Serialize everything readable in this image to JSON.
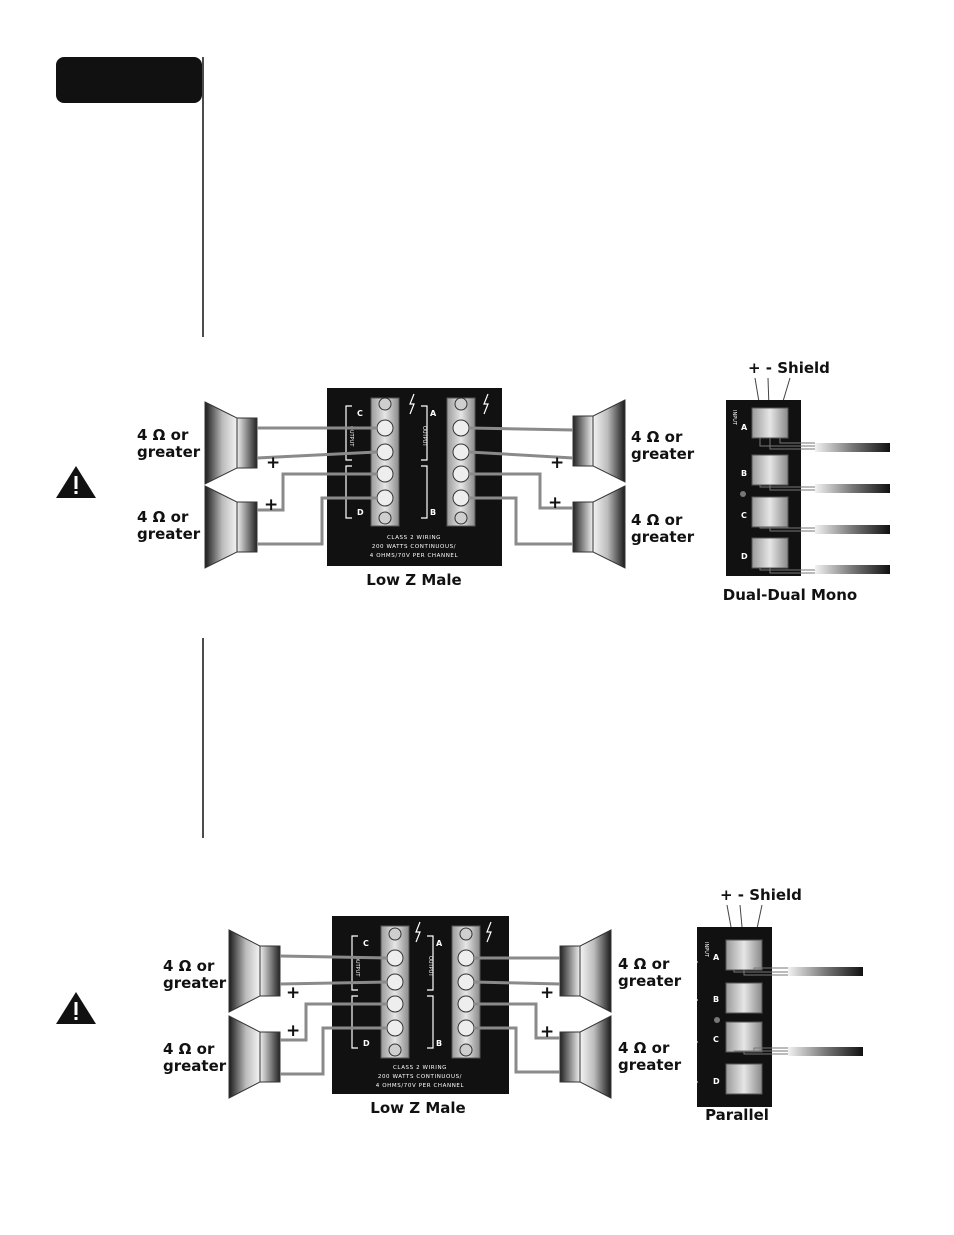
{
  "diagram1": {
    "speaker_labels": [
      "4 Ω or greater",
      "4 Ω or greater",
      "4 Ω or greater",
      "4 Ω or greater"
    ],
    "panel_caption": "Low Z Male",
    "panel_line1": "CLASS 2 WIRING",
    "panel_line2": "200 WATTS CONTINUOUS/",
    "panel_line3": "4 OHMS/70V PER CHANNEL",
    "output_word": "OUTPUT",
    "channels_left": [
      "C",
      "D"
    ],
    "channels_right": [
      "A",
      "B"
    ],
    "plus": "+",
    "input_header": "+ -  Shield",
    "input_caption": "Dual-Dual Mono",
    "input_word": "INPUT",
    "input_channels": [
      "A",
      "B",
      "C",
      "D"
    ]
  },
  "diagram2": {
    "speaker_labels": [
      "4 Ω or greater",
      "4 Ω or greater",
      "4 Ω or greater",
      "4 Ω or greater"
    ],
    "panel_caption": "Low Z Male",
    "panel_line1": "CLASS 2 WIRING",
    "panel_line2": "200 WATTS CONTINUOUS/",
    "panel_line3": "4 OHMS/70V PER CHANNEL",
    "output_word": "OUTPUT",
    "channels_left": [
      "C",
      "D"
    ],
    "channels_right": [
      "A",
      "B"
    ],
    "plus": "+",
    "input_header": "+ -  Shield",
    "input_caption": "Parallel",
    "input_word": "INPUT",
    "input_channels": [
      "A",
      "B",
      "C",
      "D"
    ]
  },
  "icons": [
    "warning-icon",
    "warning-icon"
  ],
  "colors": {
    "panel": "#111111",
    "wire": "#8a8a8a",
    "page": "#ffffff"
  }
}
